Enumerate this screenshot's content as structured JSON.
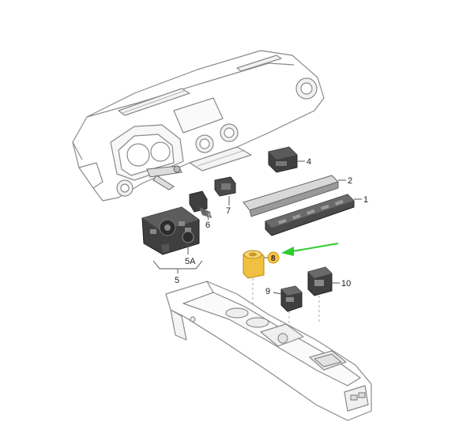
{
  "diagram": {
    "labels": {
      "part_1": "1",
      "part_2": "2",
      "part_4": "4",
      "part_5": "5",
      "part_5a": "5A",
      "part_6": "6",
      "part_7": "7",
      "part_8": "8",
      "part_9": "9",
      "part_10": "10"
    },
    "colors": {
      "outline": "#8a8a8a",
      "component_dark": "#3f3f3f",
      "highlight_part": "#f0c040",
      "highlight_badge": "#f6c23e",
      "arrow": "#2ecc2e",
      "leader": "#555555"
    }
  }
}
